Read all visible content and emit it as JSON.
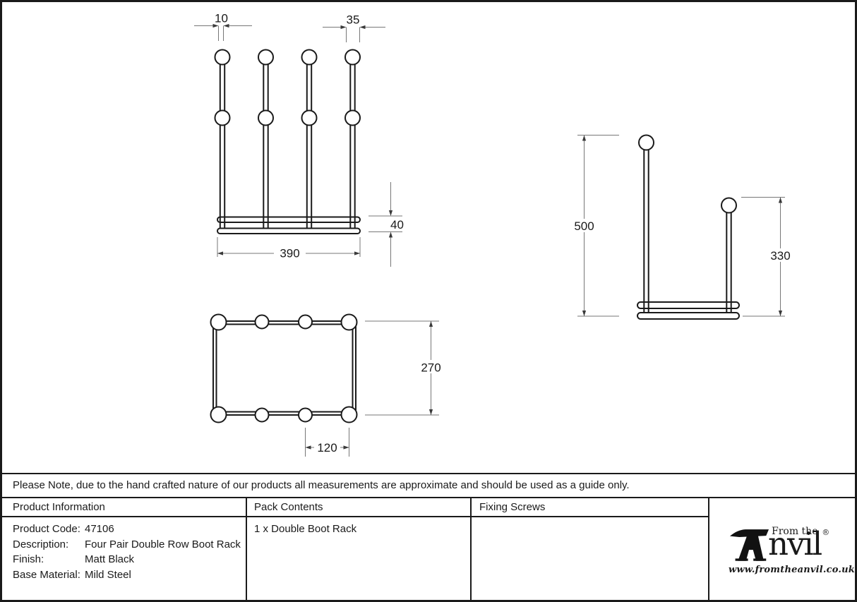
{
  "note": "Please Note, due to the hand crafted nature of our products all measurements are approximate and should be used as a guide only.",
  "drawing": {
    "front": {
      "rod_diameter": "10",
      "ball_diameter": "35",
      "width": "390",
      "rail_stack_height": "40"
    },
    "plan": {
      "depth": "270",
      "pin_spacing": "120"
    },
    "side": {
      "rear_height": "500",
      "front_height": "330"
    }
  },
  "table": {
    "headers": {
      "product_information": "Product Information",
      "pack_contents": "Pack Contents",
      "fixing_screws": "Fixing Screws"
    },
    "product_info": [
      {
        "label": "Product Code:",
        "value": "47106"
      },
      {
        "label": "Description:",
        "value": "Four Pair Double Row Boot Rack"
      },
      {
        "label": "Finish:",
        "value": "Matt Black"
      },
      {
        "label": "Base Material:",
        "value": "Mild Steel"
      }
    ],
    "pack_contents_value": "1 x Double Boot Rack",
    "fixing_screws_value": ""
  },
  "logo": {
    "from_the": "From the",
    "brand_suffix": "nvil",
    "registered": "®",
    "url": "www.fromtheanvil.co.uk"
  },
  "colors": {
    "ink": "#1a1a1a",
    "dim_line": "#777777",
    "background": "#ffffff"
  }
}
